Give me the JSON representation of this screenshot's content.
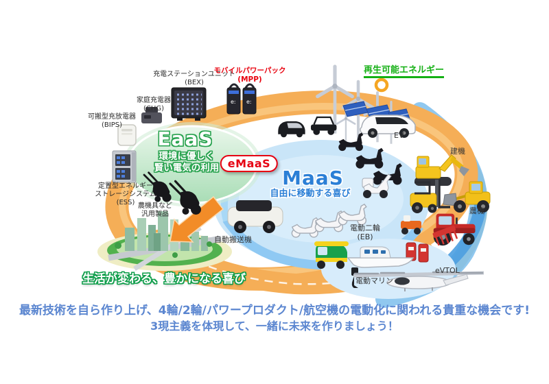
{
  "colors": {
    "emaas-red": "#E60012",
    "mpp-red": "#E8000D",
    "renewable-green": "#14B014",
    "eaas-green": "#28A24E",
    "maas-blue": "#2B7FD6",
    "band-orange": "#F5AE57",
    "footer-blue": "#5B86D0",
    "label-dark": "#2B2B2B"
  },
  "labels": {
    "bex_l1": "充電ステーションユニット",
    "bex_l2": "(BEX)",
    "mpp_l1": "モバイルパワーパック",
    "mpp_l2": "(MPP)",
    "mpp_logo": "e:",
    "renewable": "再生可能エネルギー",
    "chg_l1": "家庭充電器",
    "chg_l2": "(CHG)",
    "bips_l1": "可搬型充放電器",
    "bips_l2": "(BIPS)",
    "ess_l1": "定置型エネルギー",
    "ess_l2": "ストレージシステム",
    "ess_l3": "(ESS)",
    "general_l1": "農機具など",
    "general_l2": "汎用製品",
    "eaas_title": "EaaS",
    "eaas_sub_l1": "環境に優しく",
    "eaas_sub_l2": "賢い電気の利用",
    "emaas": "eMaaS",
    "maas_title": "MaaS",
    "maas_sub": "自由に移動する喜び",
    "ev": "EV",
    "construction": "建機",
    "agriculture": "農機",
    "eb_l1": "電動二輪",
    "eb_l2": "(EB)",
    "marine": "電動マリン",
    "evtol": "eVTOL",
    "agv": "自動搬送機",
    "life_message": "生活が変わる、豊かになる喜び"
  },
  "footer": {
    "line1": "最新技術を自ら作り上げ、4輪/2輪/パワープロダクト/航空機の電動化に関われる貴重な機会です!",
    "line2": "3現主義を体現して、一緒に未来を作りましょう！"
  }
}
